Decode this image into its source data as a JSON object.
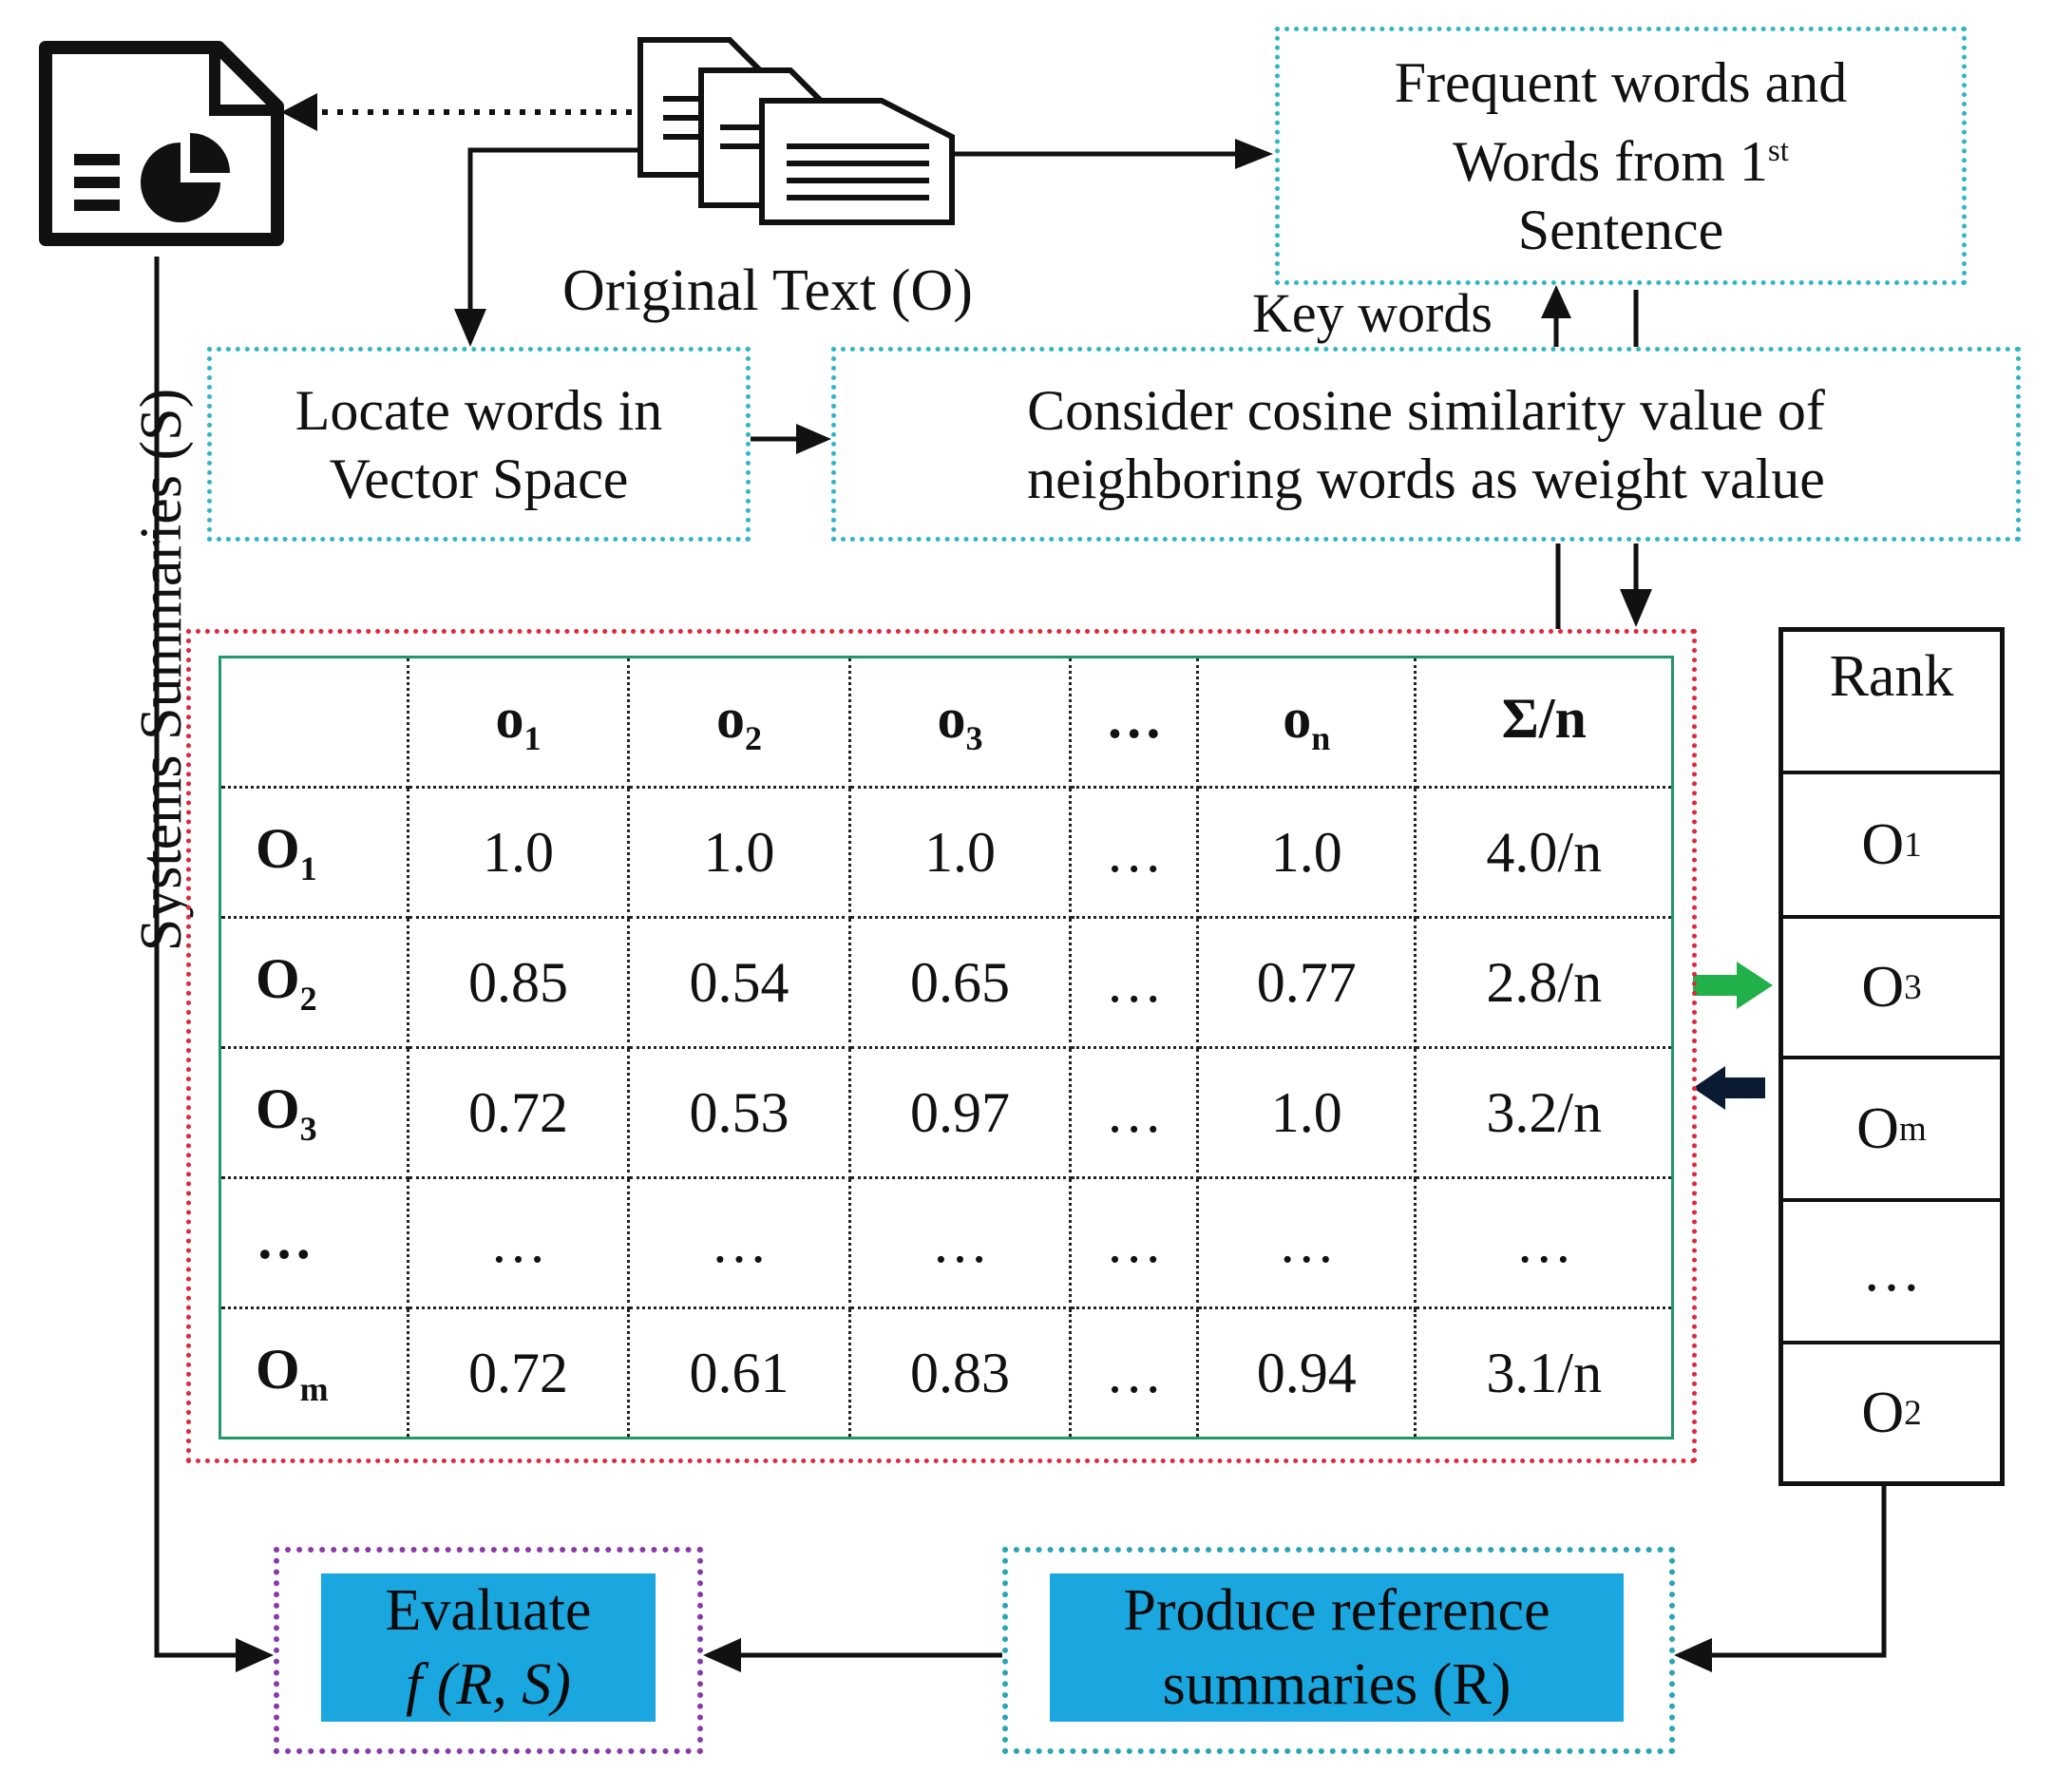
{
  "original_text_label": "Original Text (O)",
  "frequent_words_box": {
    "line1": "Frequent words and",
    "line2_prefix": "Words from 1",
    "line2_sup": "st",
    "line3": "Sentence"
  },
  "key_words_label": "Key words",
  "locate_box": {
    "line1": "Locate words in",
    "line2": "Vector Space"
  },
  "cosine_box": {
    "line1": "Consider cosine similarity value of",
    "line2": "neighboring words as weight value"
  },
  "systems_summaries_label": "Systems Summaries (S)",
  "matrix": {
    "header": [
      {
        "base": "",
        "sub": ""
      },
      {
        "base": "o",
        "sub": "1"
      },
      {
        "base": "o",
        "sub": "2"
      },
      {
        "base": "o",
        "sub": "3"
      },
      {
        "base": "…",
        "sub": ""
      },
      {
        "base": "o",
        "sub": "n"
      },
      {
        "base": "Σ/n",
        "sub": ""
      }
    ],
    "rows": [
      {
        "head_base": "O",
        "head_sub": "1",
        "cells": [
          "1.0",
          "1.0",
          "1.0",
          "…",
          "1.0",
          "4.0/n"
        ]
      },
      {
        "head_base": "O",
        "head_sub": "2",
        "cells": [
          "0.85",
          "0.54",
          "0.65",
          "…",
          "0.77",
          "2.8/n"
        ]
      },
      {
        "head_base": "O",
        "head_sub": "3",
        "cells": [
          "0.72",
          "0.53",
          "0.97",
          "…",
          "1.0",
          "3.2/n"
        ]
      },
      {
        "head_base": "…",
        "head_sub": "",
        "cells": [
          "…",
          "…",
          "…",
          "…",
          "…",
          "…"
        ]
      },
      {
        "head_base": "O",
        "head_sub": "m",
        "cells": [
          "0.72",
          "0.61",
          "0.83",
          "…",
          "0.94",
          "3.1/n"
        ]
      }
    ]
  },
  "rank": {
    "title": "Rank",
    "items": [
      {
        "base": "O",
        "sub": "1"
      },
      {
        "base": "O",
        "sub": "3"
      },
      {
        "base": "O",
        "sub": "m"
      },
      {
        "base": "…",
        "sub": ""
      },
      {
        "base": "O",
        "sub": "2"
      }
    ]
  },
  "evaluate_box": {
    "line1": "Evaluate",
    "line2": "f (R, S)"
  },
  "produce_box": {
    "line1": "Produce reference",
    "line2": "summaries (R)"
  },
  "colors": {
    "teal_border": "#2fb6c6",
    "red_border": "#e3263a",
    "purple_border": "#8a3aa8",
    "table_border": "#1f9a67",
    "blue_fill": "#1aa7e0",
    "green_arrow": "#22b04b",
    "dark_arrow": "#0b1a33"
  }
}
